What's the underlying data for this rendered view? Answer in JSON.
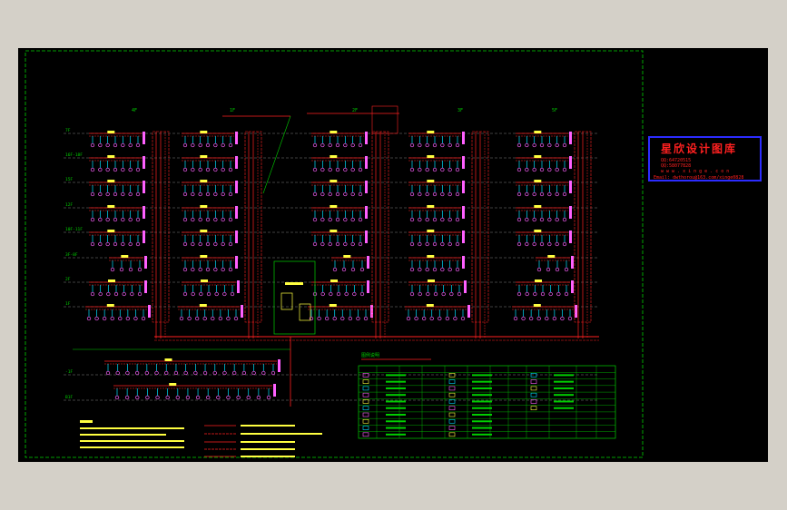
{
  "watermark": {
    "title": "星欣设计图库",
    "line1": "QQ:64720515",
    "line2": "QQ:58077828",
    "site": "w w w . x i n g e . c o n",
    "email": "Email: dwthorou@163.com/xinge0828"
  },
  "columns": [
    "4F",
    "1F",
    "2F",
    "3F",
    "5F"
  ],
  "rows": [
    "7F",
    "16F-18F",
    "15F",
    "12F",
    "10F-11F",
    "3F-8F",
    "2F",
    "1F",
    "-1F",
    "B1F"
  ],
  "legend_title": "图例说明",
  "colors": {
    "frame": "#00d000",
    "pipe": "#ff2020",
    "riser": "#ffff40",
    "node": "#ff60ff",
    "cyan": "#00e0ff",
    "bg": "#000000",
    "stamp_border": "#2c2cff"
  }
}
